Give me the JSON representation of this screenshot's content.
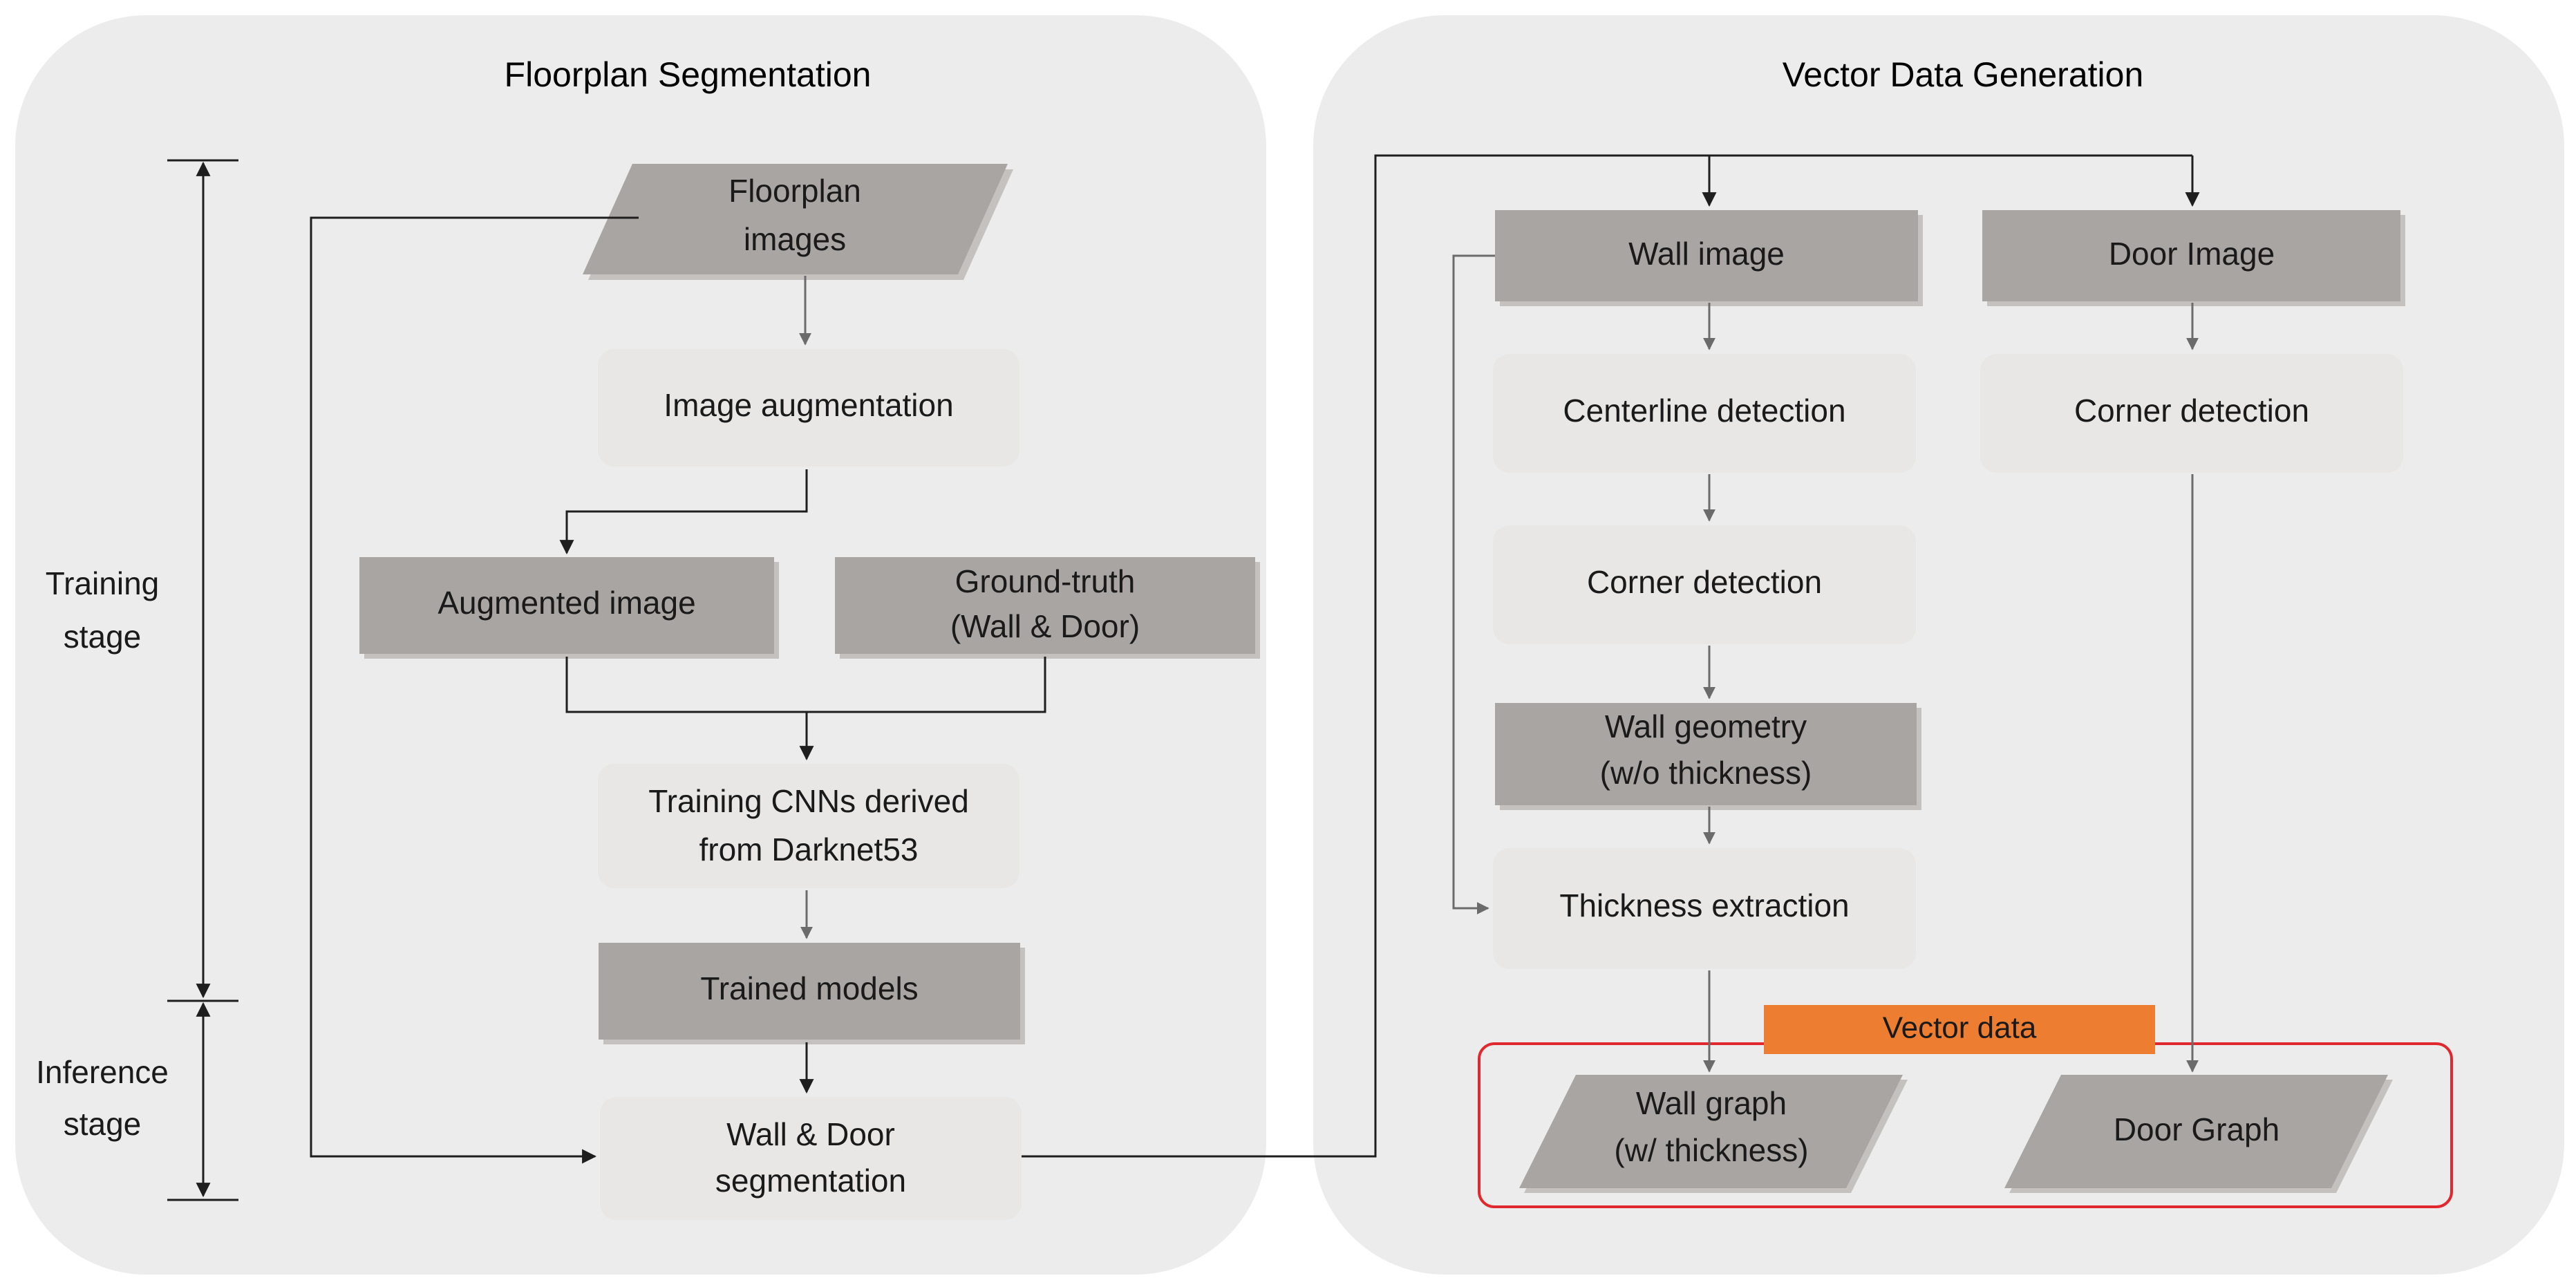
{
  "panels": {
    "left_title": "Floorplan Segmentation",
    "right_title": "Vector Data Generation"
  },
  "stages": {
    "training": [
      "Training",
      "stage"
    ],
    "inference": [
      "Inference",
      "stage"
    ]
  },
  "segmentation": {
    "floorplan_images": [
      "Floorplan",
      "images"
    ],
    "image_augmentation": "Image augmentation",
    "augmented_image": "Augmented image",
    "ground_truth": [
      "Ground-truth",
      "(Wall & Door)"
    ],
    "training_cnns": [
      "Training CNNs derived",
      "from Darknet53"
    ],
    "trained_models": "Trained models",
    "wall_door_segmentation": [
      "Wall & Door",
      "segmentation"
    ]
  },
  "vector": {
    "wall_image": "Wall image",
    "door_image": "Door Image",
    "centerline_detection": "Centerline detection",
    "corner_detection_wall": "Corner detection",
    "corner_detection_door": "Corner detection",
    "wall_geometry": [
      "Wall geometry",
      "(w/o thickness)"
    ],
    "thickness_extraction": "Thickness extraction",
    "vector_data_label": "Vector data",
    "wall_graph": [
      "Wall graph",
      "(w/ thickness)"
    ],
    "door_graph": "Door Graph"
  },
  "colors": {
    "dark_box": "#a9a5a2",
    "light_box": "#e8e7e6",
    "panel_bg": "#ececec",
    "vector_data_badge": "#ed7d31",
    "vector_data_border": "#e0282e"
  }
}
